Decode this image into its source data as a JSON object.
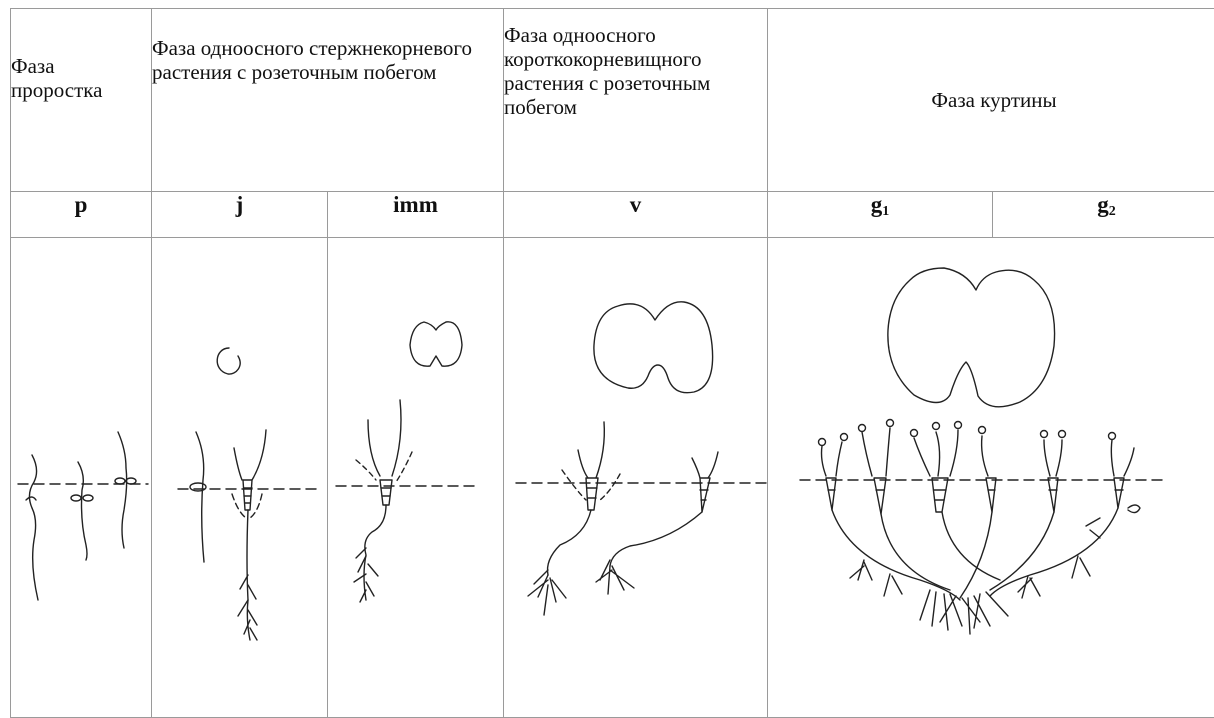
{
  "phases": {
    "seedling": "Фаза проростка",
    "taproot_rosette": "Фаза одноосного стержнекорневого растения с розеточным побегом",
    "short_rhizome_rosette": "Фаза одноосного короткокорневищного растения с розеточным побегом",
    "clump": "Фаза куртины"
  },
  "stages": {
    "p": "p",
    "j": "j",
    "imm": "imm",
    "v": "v",
    "g1_letter": "g",
    "g1_sub": "1",
    "g2_letter": "g",
    "g2_sub": "2"
  }
}
